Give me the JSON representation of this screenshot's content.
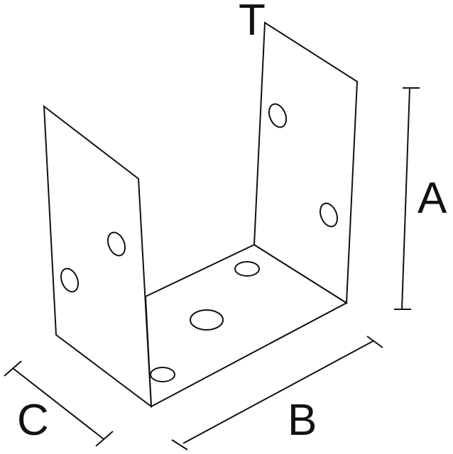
{
  "diagram": {
    "labels": {
      "t": "T",
      "a": "A",
      "b": "B",
      "c": "C"
    },
    "colors": {
      "line": "#111111",
      "background": "#ffffff"
    }
  }
}
